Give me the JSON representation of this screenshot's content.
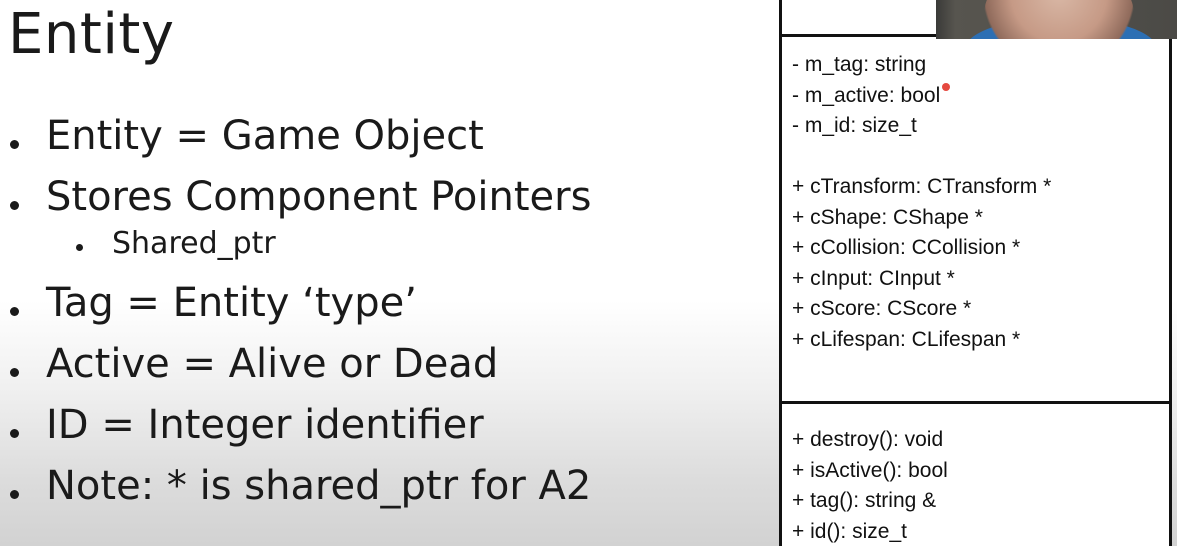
{
  "slide": {
    "title": "Entity",
    "bullets": [
      {
        "text": "Entity = Game Object",
        "level": 1
      },
      {
        "text": "Stores Component Pointers",
        "level": 1
      },
      {
        "text": "Shared_ptr",
        "level": 2
      },
      {
        "text": "Tag = Entity ‘type’",
        "level": 1
      },
      {
        "text": "Active = Alive or Dead",
        "level": 1
      },
      {
        "text": "ID = Integer identifier",
        "level": 1
      },
      {
        "text": "Note: * is shared_ptr for A2",
        "level": 1
      }
    ]
  },
  "uml": {
    "attributes": [
      "- m_tag: string",
      "- m_active: bool",
      "- m_id: size_t"
    ],
    "components": [
      "+ cTransform: CTransform *",
      "+ cShape: CShape *",
      "+ cCollision: CCollision *",
      "+ cInput: CInput *",
      "+ cScore: CScore *",
      "+ cLifespan: CLifespan *"
    ],
    "methods": [
      "+ destroy(): void",
      "+ isActive(): bool",
      "+ tag(): string &",
      "+ id(): size_t"
    ]
  },
  "colors": {
    "text": "#1a1a1a",
    "border": "#111111",
    "cursor": "#e5493f",
    "webcam_shirt": "#2c6fb4"
  }
}
